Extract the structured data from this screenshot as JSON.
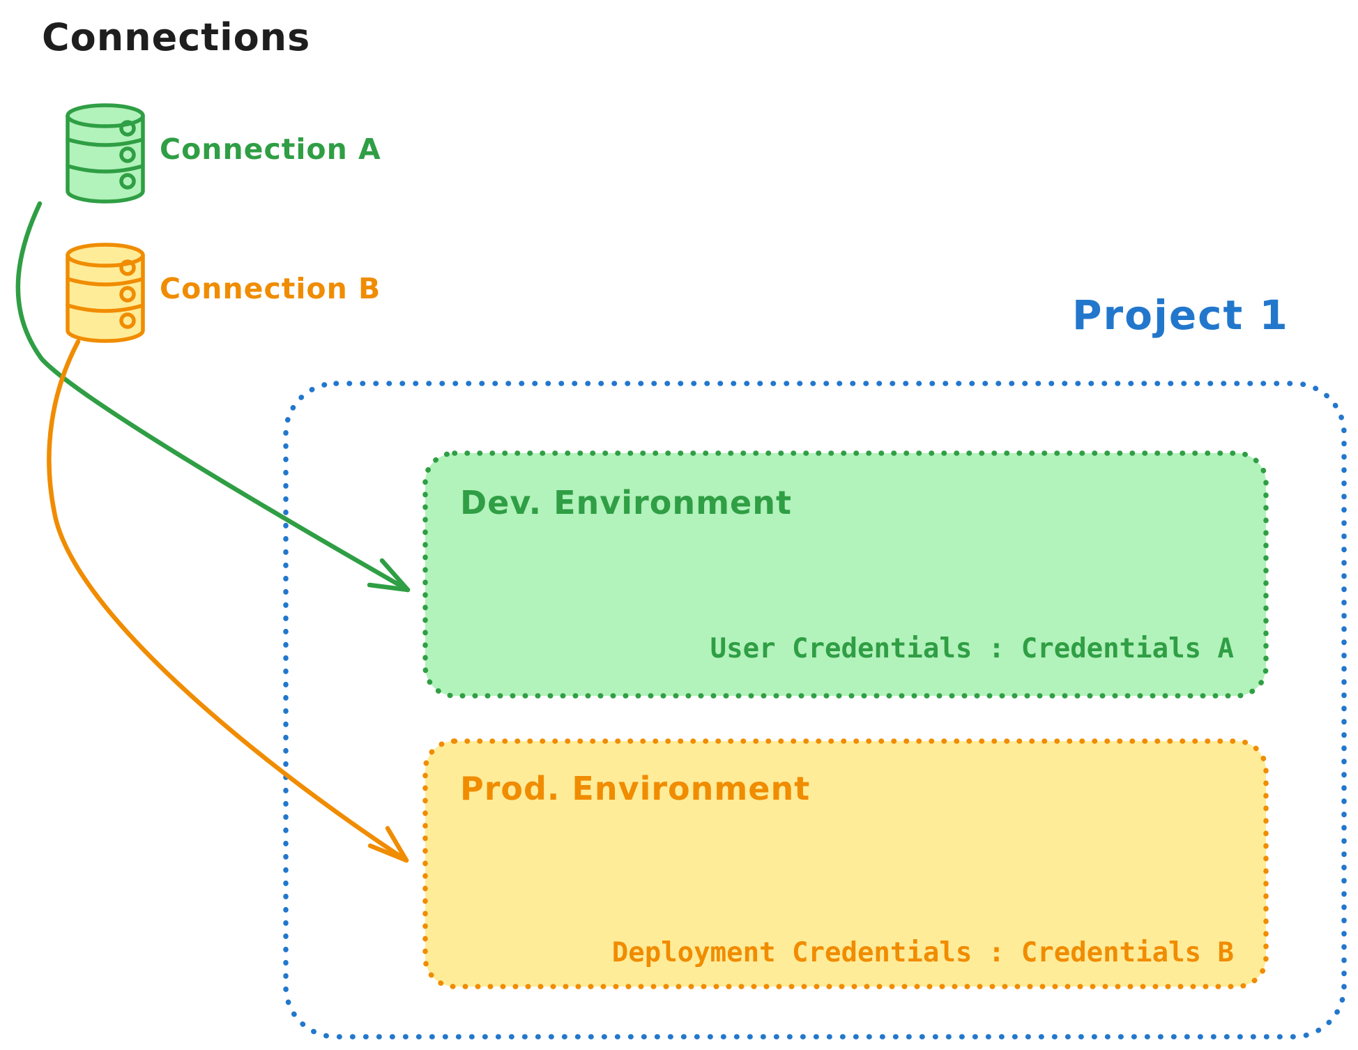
{
  "title": "Connections",
  "colors": {
    "black": "#1e1e1e",
    "green": "#2f9e44",
    "green_fill": "#b2f2bb",
    "orange": "#f08c00",
    "orange_fill": "#ffec99",
    "blue": "#2277cc"
  },
  "connections": [
    {
      "label": "Connection A",
      "color": "#2f9e44",
      "icon": "database-cylinder-icon"
    },
    {
      "label": "Connection B",
      "color": "#f08c00",
      "icon": "database-cylinder-icon"
    }
  ],
  "project": {
    "title": "Project 1",
    "environments": [
      {
        "name": "Dev. Environment",
        "credentials": "User Credentials : Credentials A",
        "color": "#2f9e44"
      },
      {
        "name": "Prod. Environment",
        "credentials": "Deployment Credentials : Credentials B",
        "color": "#f08c00"
      }
    ]
  },
  "arrows": [
    {
      "from": "Connection A",
      "to": "Dev. Environment",
      "color": "#2f9e44"
    },
    {
      "from": "Connection B",
      "to": "Prod. Environment",
      "color": "#f08c00"
    }
  ]
}
